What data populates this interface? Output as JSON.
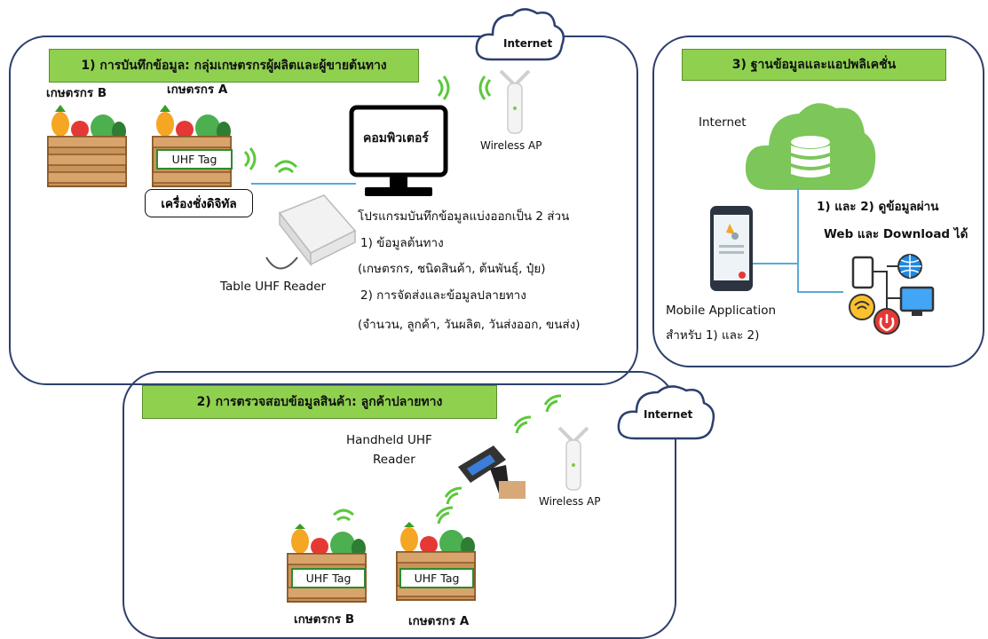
{
  "section1": {
    "title": "1) การบันทึกข้อมูล: กลุ่มเกษตรกรผู้ผลิตและผู้ขายต้นทาง",
    "farmer_b": "เกษตรกร B",
    "farmer_a": "เกษตรกร A",
    "uhf_tag": "UHF Tag",
    "scale": "เครื่องชั่งดิจิทัล",
    "computer": "คอมพิวเตอร์",
    "wireless_ap": "Wireless AP",
    "internet": "Internet",
    "reader": "Table UHF Reader",
    "program_lines": [
      "โปรแกรมบันทึกข้อมูลแบ่งออกเป็น 2 ส่วน",
      "1) ข้อมูลต้นทาง",
      "(เกษตรกร, ชนิดสินค้า, ต้นพันธุ์, ปุ๋ย)",
      "2) การจัดส่งและข้อมูลปลายทาง",
      "(จำนวน, ลูกค้า, วันผลิต, วันส่งออก, ขนส่ง)"
    ]
  },
  "section2": {
    "title": "2) การตรวจสอบข้อมูลสินค้า: ลูกค้าปลายทาง",
    "internet": "Internet",
    "handheld_line1": "Handheld UHF",
    "handheld_line2": "Reader",
    "wireless_ap": "Wireless AP",
    "uhf_tag": "UHF Tag",
    "farmer_b": "เกษตรกร B",
    "farmer_a": "เกษตรกร A"
  },
  "section3": {
    "title": "3) ฐานข้อมูลและแอปพลิเคชั่น",
    "internet": "Internet",
    "web_line1": "1) และ 2) ดูข้อมูลผ่าน",
    "web_line2": "Web และ Download ได้",
    "mobile_line1": "Mobile Application",
    "mobile_line2": "สำหรับ 1) และ 2)"
  },
  "colors": {
    "banner": "#8fd14f",
    "border": "#2e3f6e",
    "wifi": "#5cc83c",
    "cloud_db": "#7cc65a",
    "link": "#5aa9d6"
  }
}
